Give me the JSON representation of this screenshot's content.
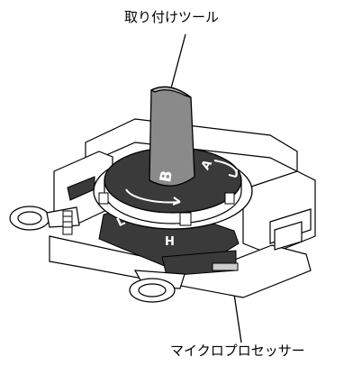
{
  "callouts": {
    "top_label": "取り付けツール",
    "bottom_label": "マイクロプロセッサー"
  },
  "dial": {
    "letter_a": "A",
    "letter_b": "B",
    "letter_l": "L",
    "letter_h": "H"
  },
  "colors": {
    "tool_handle": "#8a8a8a",
    "dark_surface": "#3a3a3a",
    "line": "#000000",
    "background": "#ffffff"
  }
}
